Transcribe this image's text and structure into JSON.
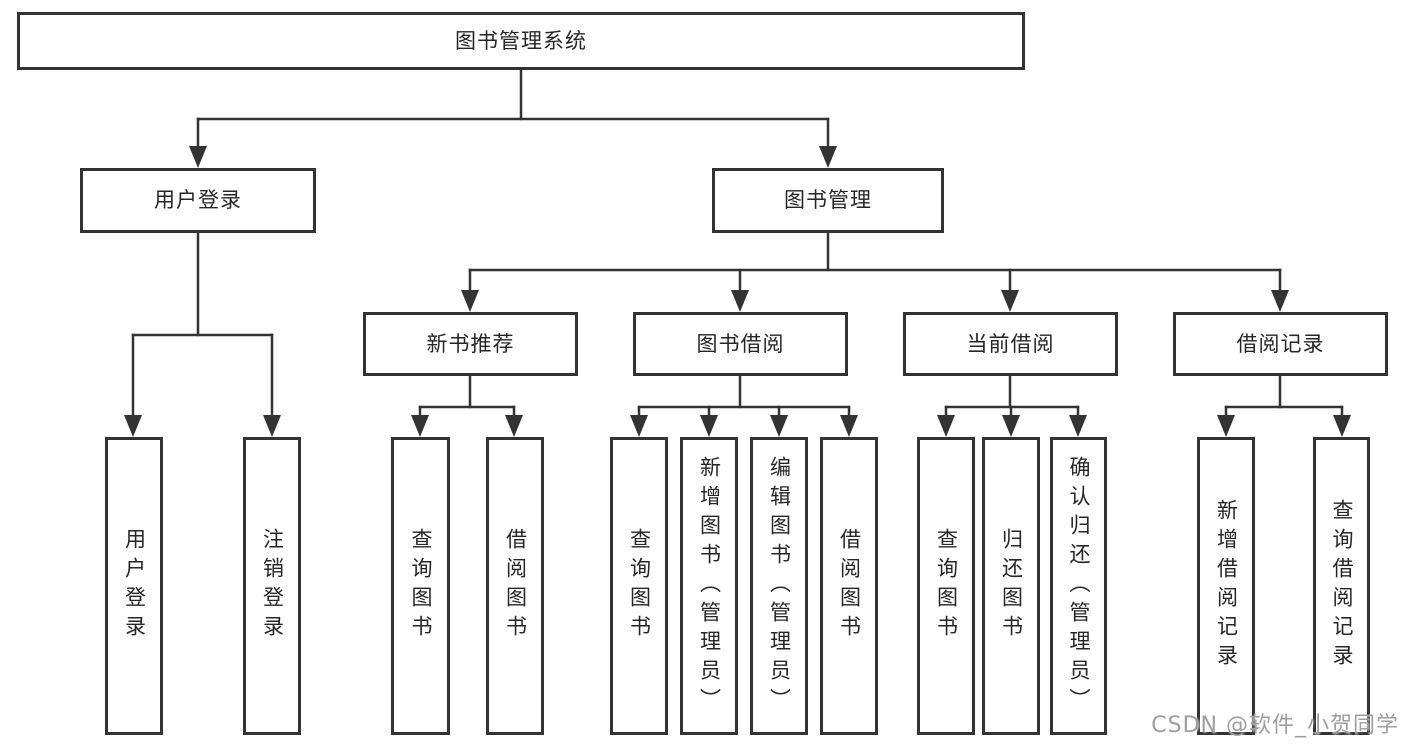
{
  "diagram": {
    "root": "图书管理系统",
    "level2": [
      "用户登录",
      "图书管理"
    ],
    "level3": [
      "新书推荐",
      "图书借阅",
      "当前借阅",
      "借阅记录"
    ],
    "leaves": {
      "user_login": [
        "用户登录",
        "注销登录"
      ],
      "new_book_rec": [
        "查询图书",
        "借阅图书"
      ],
      "book_borrow": [
        "查询图书",
        "新增图书（管理员）",
        "编辑图书（管理员）",
        "借阅图书"
      ],
      "current_borrow": [
        "查询图书",
        "归还图书",
        "确认归还（管理员）"
      ],
      "borrow_record": [
        "新增借阅记录",
        "查询借阅记录"
      ]
    }
  },
  "watermark": "CSDN @软件_小贺同学",
  "colors": {
    "line": "#333333",
    "text": "#262626",
    "watermark": "#9e9e9e",
    "background": "#ffffff"
  }
}
